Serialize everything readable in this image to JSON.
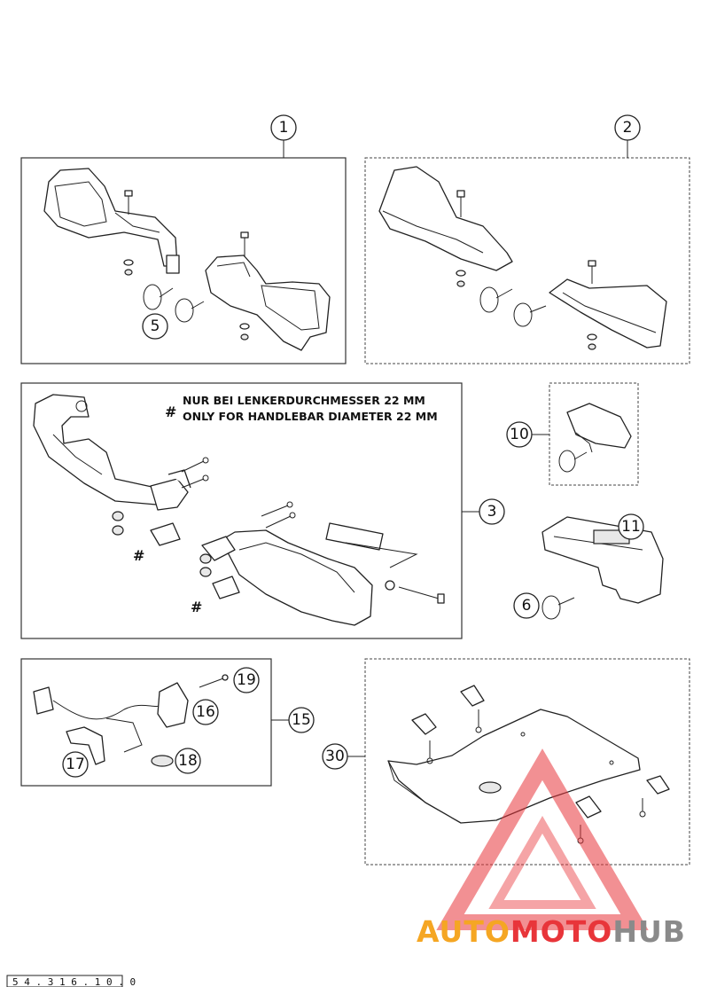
{
  "callouts": {
    "c1": "1",
    "c2": "2",
    "c3": "3",
    "c5": "5",
    "c6": "6",
    "c10": "10",
    "c11": "11",
    "c15": "15",
    "c16": "16",
    "c17": "17",
    "c18": "18",
    "c19": "19",
    "c30": "30"
  },
  "notes": {
    "hash_symbol": "#",
    "line_de": "NUR BEI LENKERDURCHMESSER 22 MM",
    "line_en": "ONLY FOR HANDLEBAR DIAMETER 22 MM"
  },
  "watermark": {
    "part_a": "AUTO",
    "part_b": "MOTO",
    "part_c": "HUB",
    "colors": {
      "orange": "#f5a623",
      "red": "#e8353a",
      "gray": "#8a8a8a"
    }
  },
  "footer": {
    "drawing_code": "5 4 . 3 1 6 . 1 0 . 0"
  }
}
